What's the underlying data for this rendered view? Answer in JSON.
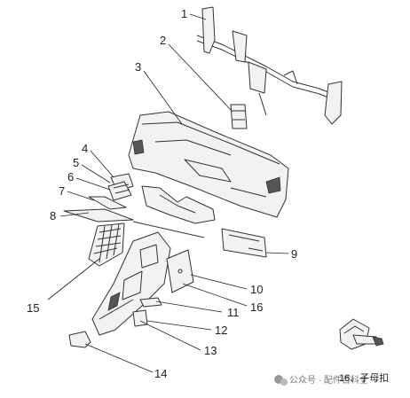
{
  "callouts": [
    {
      "id": "1",
      "label": "1"
    },
    {
      "id": "2",
      "label": "2"
    },
    {
      "id": "3",
      "label": "3"
    },
    {
      "id": "4",
      "label": "4"
    },
    {
      "id": "5",
      "label": "5"
    },
    {
      "id": "6",
      "label": "6"
    },
    {
      "id": "7",
      "label": "7"
    },
    {
      "id": "8",
      "label": "8"
    },
    {
      "id": "9",
      "label": "9"
    },
    {
      "id": "10",
      "label": "10"
    },
    {
      "id": "11",
      "label": "11"
    },
    {
      "id": "12",
      "label": "12"
    },
    {
      "id": "13",
      "label": "13"
    },
    {
      "id": "14",
      "label": "14"
    },
    {
      "id": "15",
      "label": "15"
    },
    {
      "id": "16",
      "label": "16"
    }
  ],
  "legend": {
    "label": "16、子母扣"
  },
  "watermark": {
    "text": "公众号 · 配件百科全"
  }
}
